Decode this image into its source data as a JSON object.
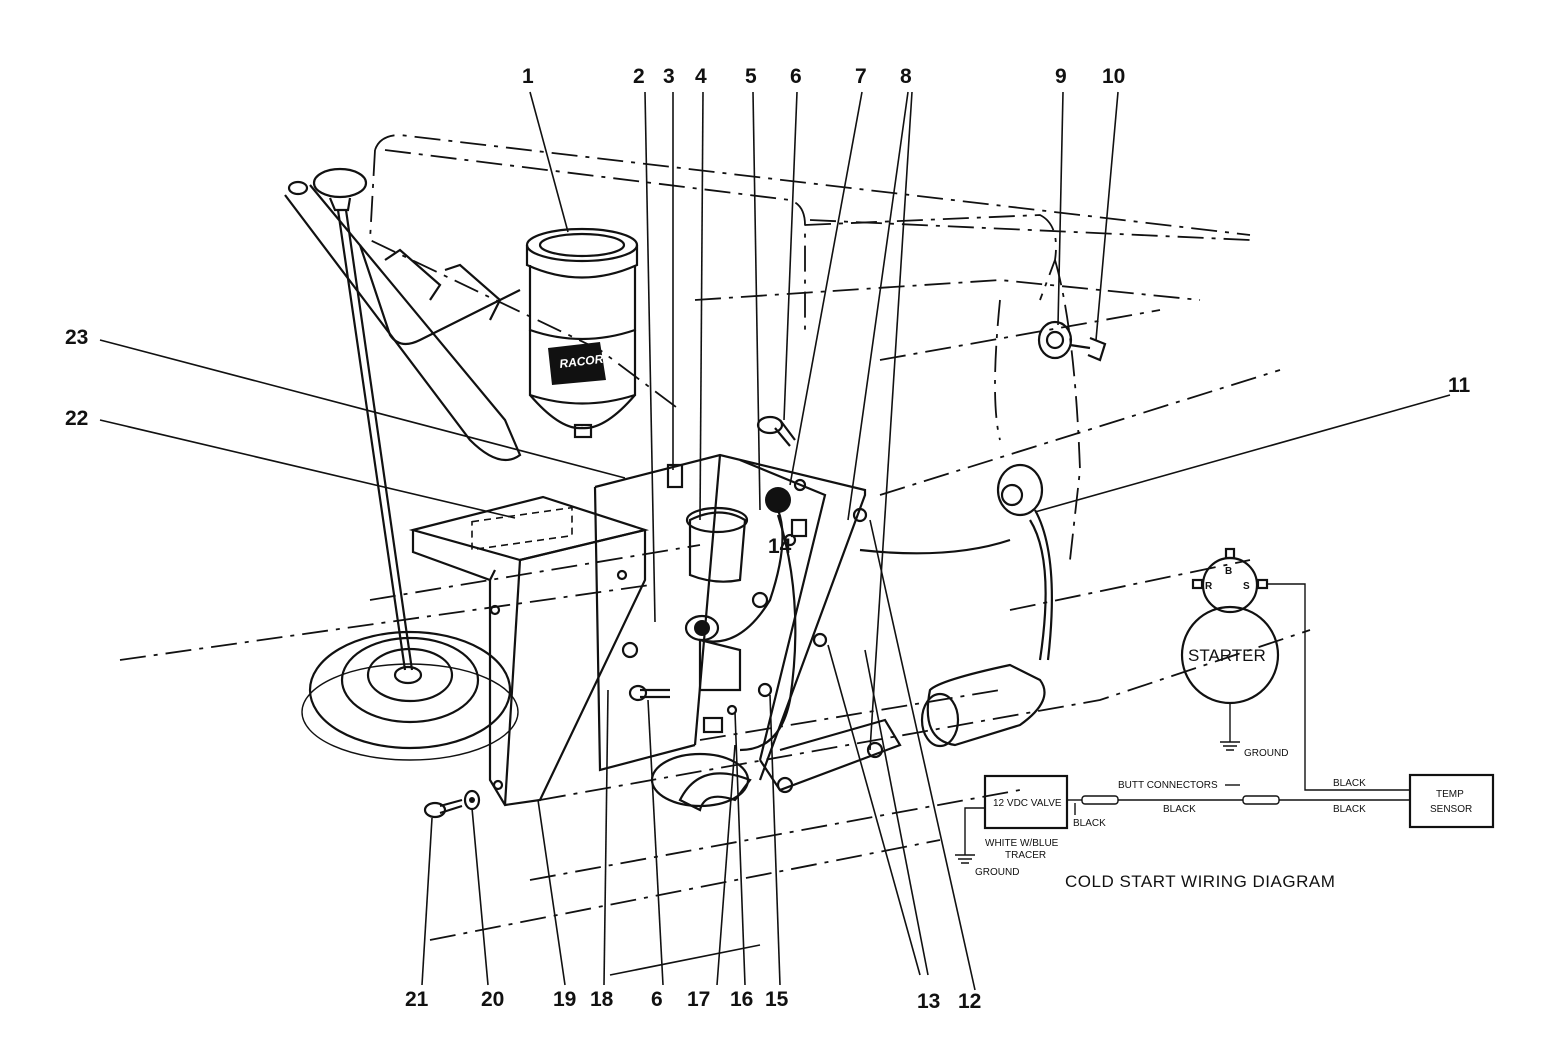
{
  "part_numbers": {
    "p1": "1",
    "p2": "2",
    "p3": "3",
    "p4": "4",
    "p5": "5",
    "p6a": "6",
    "p7": "7",
    "p8": "8",
    "p9": "9",
    "p10": "10",
    "p11": "11",
    "p12": "12",
    "p13": "13",
    "p14": "14",
    "p15": "15",
    "p16": "16",
    "p17": "17",
    "p18": "18",
    "p6b": "6",
    "p19": "19",
    "p20": "20",
    "p21": "21",
    "p22": "22",
    "p23": "23"
  },
  "filter_label": "RACOR",
  "wiring": {
    "title": "COLD START WIRING DIAGRAM",
    "starter": "STARTER",
    "terminal_b": "B",
    "terminal_r": "R",
    "terminal_s": "S",
    "ground_starter": "GROUND",
    "ground_valve": "GROUND",
    "valve": "12 VDC VALVE",
    "butt_connectors": "BUTT CONNECTORS",
    "black_1": "BLACK",
    "black_2": "BLACK",
    "black_3": "BLACK",
    "black_4": "BLACK",
    "white_tracer_1": "WHITE W/BLUE",
    "white_tracer_2": "TRACER",
    "temp_1": "TEMP",
    "temp_2": "SENSOR"
  }
}
